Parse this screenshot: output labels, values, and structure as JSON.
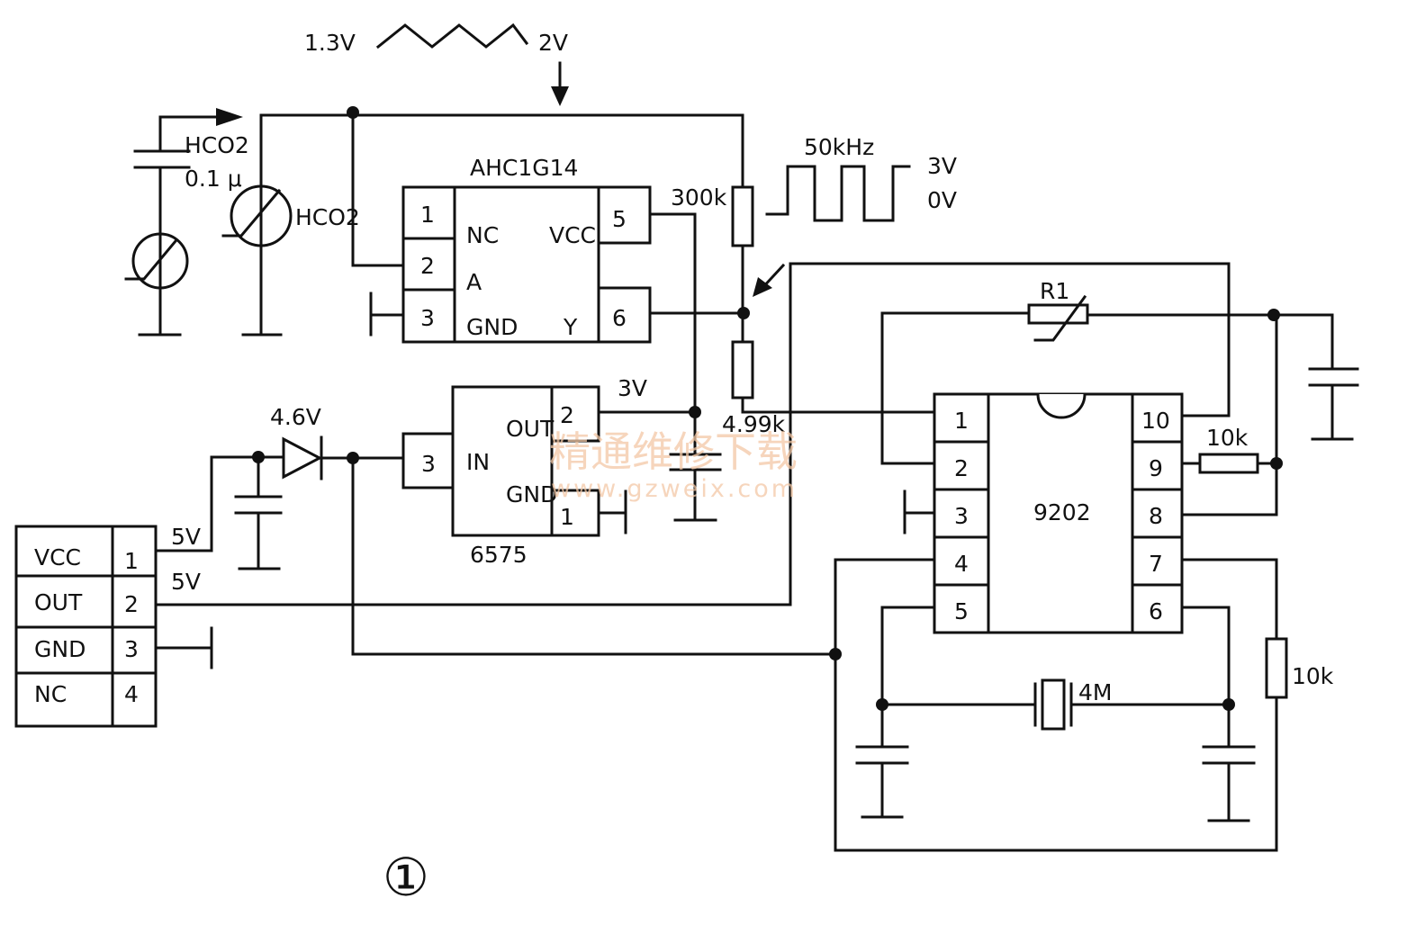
{
  "figure_number": "①",
  "watermark": {
    "line1": "精通维修下载",
    "line2": "www.gzweix.com"
  },
  "waveforms": {
    "triangle_low": "1.3V",
    "triangle_high": "2V",
    "square_freq": "50kHz",
    "square_high": "3V",
    "square_low": "0V"
  },
  "sensors": {
    "cap_label": "HCO2",
    "cap_value": "0.1 μ",
    "sensor_label": "HCO2"
  },
  "ic_ahc1g14": {
    "name": "AHC1G14",
    "pins": [
      "1",
      "2",
      "3",
      "5",
      "6"
    ],
    "labels": [
      "NC",
      "A",
      "GND",
      "VCC",
      "Y"
    ]
  },
  "ic_6575": {
    "name": "6575",
    "pins": [
      "3",
      "2",
      "1"
    ],
    "labels": [
      "IN",
      "OUT",
      "GND"
    ],
    "out_voltage": "3V"
  },
  "ic_9202": {
    "name": "9202",
    "left_pins": [
      "1",
      "2",
      "3",
      "4",
      "5"
    ],
    "right_pins": [
      "10",
      "9",
      "8",
      "7",
      "6"
    ]
  },
  "components": {
    "r_300k": "300k",
    "r_499k": "4.99k",
    "r1": "R1",
    "r_10k_a": "10k",
    "r_10k_b": "10k",
    "crystal": "4M",
    "diode_voltage": "4.6V"
  },
  "connector": {
    "rows": [
      {
        "name": "VCC",
        "pin": "1"
      },
      {
        "name": "OUT",
        "pin": "2"
      },
      {
        "name": "GND",
        "pin": "3"
      },
      {
        "name": "NC",
        "pin": "4"
      }
    ],
    "vcc_voltage": "5V",
    "out_voltage": "5V"
  }
}
